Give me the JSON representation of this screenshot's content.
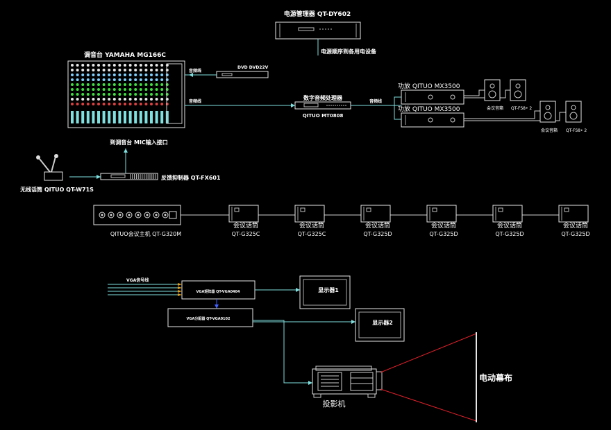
{
  "devices": {
    "power_seq": {
      "title": "电源管理器 QT-DY602",
      "note": "电源顺序到各用电设备"
    },
    "mixer": {
      "title": "调音台 YAMAHA MG166C",
      "out1": "音频线",
      "out2": "音频线"
    },
    "dvd": {
      "label": "DVD DVD22V"
    },
    "dsp": {
      "title": "数字音频处理器",
      "model": "QITUO MT0808",
      "out": "音频线"
    },
    "amp1": {
      "label": "功放 QITUO  MX3500"
    },
    "amp2": {
      "label": "功放 QITUO  MX3500"
    },
    "spk1": {
      "label": "会议音箱",
      "model": "QT-FS8• 2"
    },
    "spk2": {
      "label": "会议音箱",
      "model": "QT-FS8• 2"
    },
    "mic_input": {
      "label": "到调音台 MIC输入接口"
    },
    "feedback": {
      "label": "反馈抑制器 QT-FX601"
    },
    "wireless": {
      "label": "无线话筒 QITUO QT-W71S"
    },
    "host": {
      "label": "QITUO会议主机 QT-G320M"
    },
    "mics": [
      {
        "label": "会议话筒",
        "model": "QT-G325C"
      },
      {
        "label": "会议话筒",
        "model": "QT-G325C"
      },
      {
        "label": "会议话筒",
        "model": "QT-G325D"
      },
      {
        "label": "会议话筒",
        "model": "QT-G325D"
      },
      {
        "label": "会议话筒",
        "model": "QT-G325D"
      },
      {
        "label": "会议话筒",
        "model": "QT-G325D"
      }
    ],
    "vga_in": {
      "label": "VGA信号线"
    },
    "matrix": {
      "label": "VGA矩阵器 QT-VGA0404"
    },
    "splitter": {
      "label": "VGA分配器 QT-VGA0102"
    },
    "display1": {
      "label": "显示器1"
    },
    "display2": {
      "label": "显示器2"
    },
    "projector": {
      "label": "投影机"
    },
    "screen": {
      "label": "电动幕布"
    }
  },
  "colors": {
    "wire": "#7fe0e0",
    "beam": "#e0202a",
    "device": "#e6e6e6"
  }
}
